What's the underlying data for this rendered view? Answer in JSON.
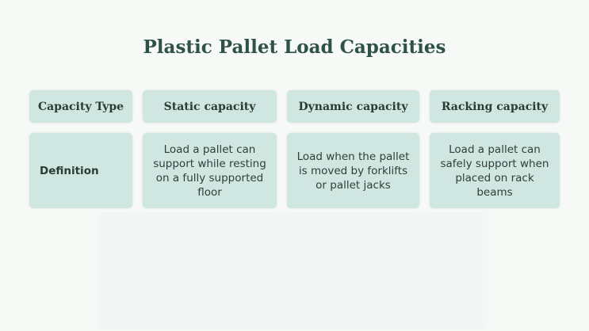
{
  "title": "Plastic Pallet Load Capacities",
  "headers": [
    "Capacity Type",
    "Static capacity",
    "Dynamic capacity",
    "Racking capacity"
  ],
  "row": {
    "label": "Definition",
    "cells": [
      "Load a pallet can support while resting on a fully supported floor",
      "Load when the pallet is moved by forklifts or pallet jacks",
      "Load a pallet can safely support when placed on rack beams"
    ]
  },
  "colors": {
    "background": "#f7f9f7",
    "card": "#cfe6e1",
    "title": "#2f5247",
    "text": "#2d3b37"
  }
}
